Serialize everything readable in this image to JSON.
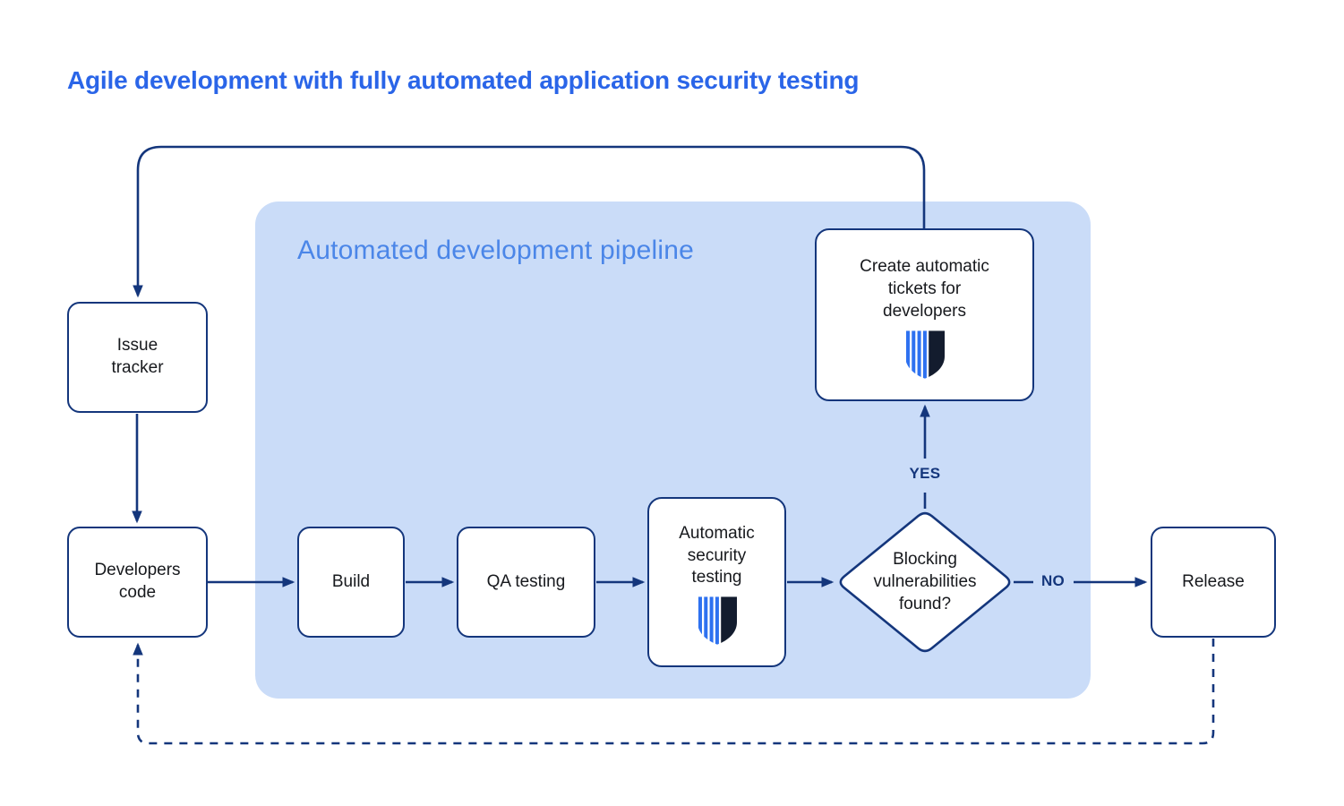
{
  "title": "Agile development with fully automated application security testing",
  "pipeline_panel": {
    "label": "Automated development pipeline"
  },
  "nodes": {
    "issue_tracker": {
      "label": "Issue tracker"
    },
    "developers_code": {
      "label": "Developers code"
    },
    "build": {
      "label": "Build"
    },
    "qa_testing": {
      "label": "QA testing"
    },
    "automatic_security_testing": {
      "label": "Automatic security testing",
      "icon": "striped-shield-logo"
    },
    "decision": {
      "label": "Blocking vulnerabilities found?"
    },
    "create_tickets": {
      "label": "Create automatic tickets for developers",
      "icon": "striped-shield-logo"
    },
    "release": {
      "label": "Release"
    }
  },
  "edge_labels": {
    "yes": "YES",
    "no": "NO"
  },
  "colors": {
    "title_blue": "#2a65e8",
    "panel_bg": "#cadcf8",
    "panel_label_blue": "#4b86e8",
    "line_navy": "#14367c",
    "node_border": "#14367c",
    "node_text": "#17191d",
    "icon_stripe_blue": "#2e71f0",
    "icon_dark_navy": "#131c2e"
  }
}
